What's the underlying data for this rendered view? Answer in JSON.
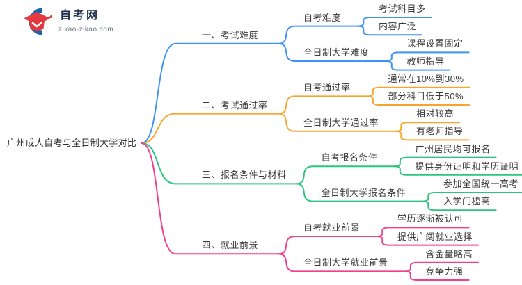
{
  "logo": {
    "title": "自考网",
    "domain": "zikao-zikao.com"
  },
  "root": {
    "label": "广州成人自考与全日制大学对比"
  },
  "branches": [
    {
      "label": "一、考试难度",
      "color": "#3e94f5",
      "children": [
        {
          "label": "自考难度",
          "leaves": [
            "考试科目多",
            "内容广泛"
          ]
        },
        {
          "label": "全日制大学难度",
          "leaves": [
            "课程设置固定",
            "教师指导"
          ]
        }
      ]
    },
    {
      "label": "二、考试通过率",
      "color": "#f7a62b",
      "children": [
        {
          "label": "自考通过率",
          "leaves": [
            "通常在10%到30%",
            "部分科目低于50%"
          ]
        },
        {
          "label": "全日制大学通过率",
          "leaves": [
            "相对较高",
            "有老师指导"
          ]
        }
      ]
    },
    {
      "label": "三、报名条件与材料",
      "color": "#2ec47d",
      "children": [
        {
          "label": "自考报名条件",
          "leaves": [
            "广州居民均可报名",
            "提供身份证明和学历证明"
          ]
        },
        {
          "label": "全日制大学报名条件",
          "leaves": [
            "参加全国统一高考",
            "入学门槛高"
          ]
        }
      ]
    },
    {
      "label": "四、就业前景",
      "color": "#f13e8d",
      "children": [
        {
          "label": "自考就业前景",
          "leaves": [
            "学历逐渐被认可",
            "提供广阔就业选择"
          ]
        },
        {
          "label": "全日制大学就业前景",
          "leaves": [
            "含金量略高",
            "竞争力强"
          ]
        }
      ]
    }
  ],
  "colors": {
    "text": "#3a3a3a",
    "logo_crescent": "#1566ad",
    "logo_cap": "#e23a40",
    "branch_blue": "#3e94f5",
    "branch_orange": "#f7a62b",
    "branch_green": "#2ec47d",
    "branch_pink": "#f13e8d"
  }
}
